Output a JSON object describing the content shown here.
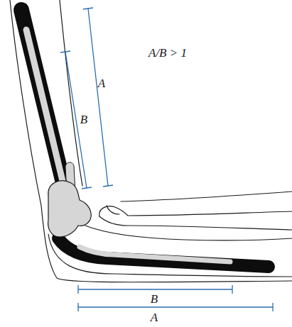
{
  "diagram": {
    "labels": [
      "A/B > 1",
      "A",
      "B",
      "B",
      "A"
    ]
  }
}
